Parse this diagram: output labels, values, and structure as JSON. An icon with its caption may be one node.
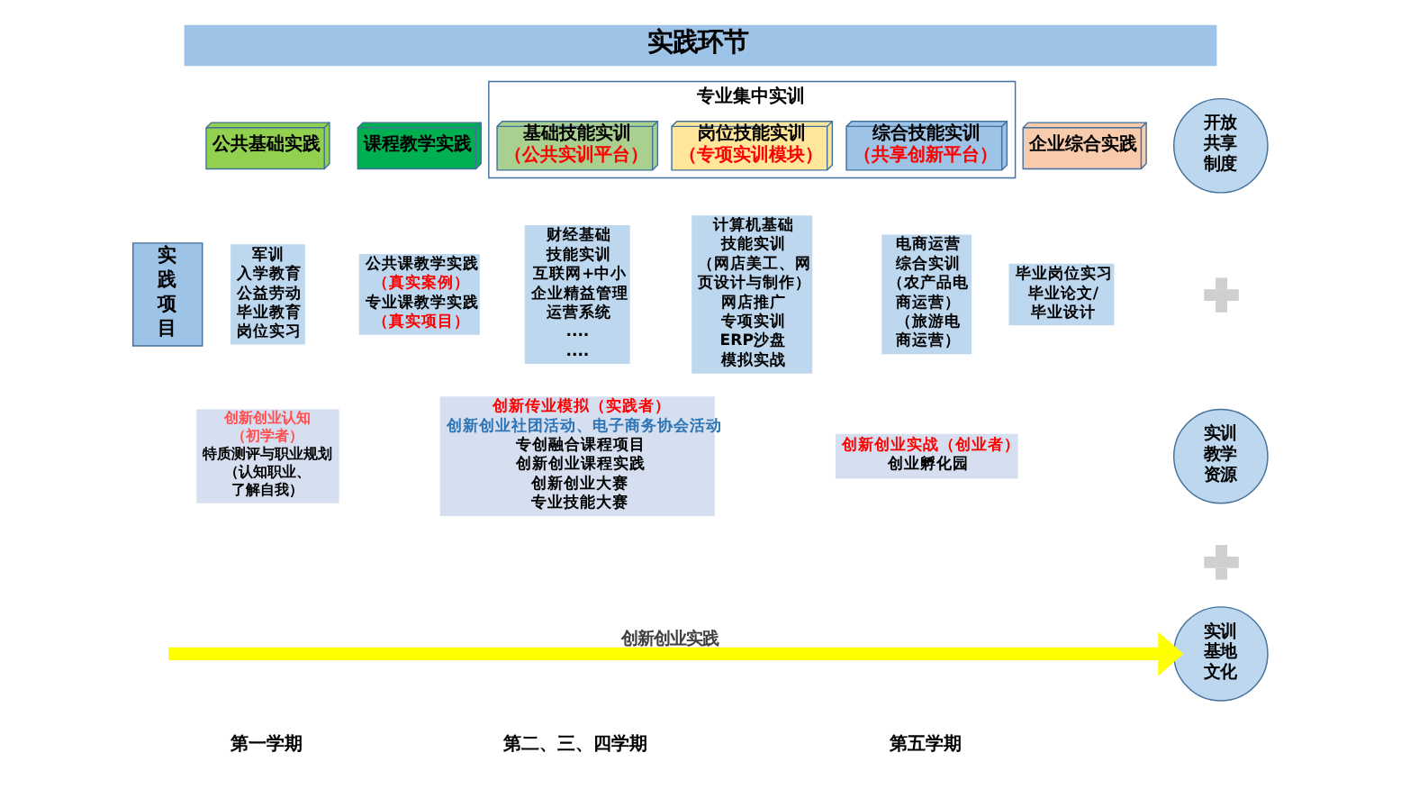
{
  "diagram": {
    "title": "实践环节",
    "nodes": [
      {
        "text": [
          "公共基础实践"
        ]
      },
      {
        "text": [
          "课程教学实践"
        ]
      },
      {
        "text": [
          "专业集中实训"
        ]
      },
      {
        "text": [
          "基础技能实训",
          "（公共实训平台）"
        ],
        "in": 2
      },
      {
        "text": [
          "岗位技能实训",
          "（专项实训模块）"
        ],
        "in": 2
      },
      {
        "text": [
          "综合技能实训",
          "（共享创新平台）"
        ],
        "in": 2
      },
      {
        "text": [
          "企业综合实践"
        ]
      },
      {
        "text": [
          "实践项目"
        ]
      },
      {
        "text": [
          "军训",
          "入学教育",
          "公益劳动",
          "毕业教育",
          "岗位实习"
        ]
      },
      {
        "text": [
          "公共课教学实践",
          "（真实案例）",
          "专业课教学实践",
          "（真实项目）"
        ]
      },
      {
        "text": [
          "财经基础技能实训",
          "互联网+中小企业精益管理运营系统",
          "........"
        ]
      },
      {
        "text": [
          "计算机基础技能实训",
          "（网店美工、网页设计与制作）",
          "网店推广专项实训",
          "ERP沙盘模拟实战"
        ]
      },
      {
        "text": [
          "电商运营综合实训",
          "（农产品电商运营）",
          "（旅游电商运营）"
        ]
      },
      {
        "text": [
          "毕业岗位实习",
          "毕业论文/毕业设计"
        ]
      },
      {
        "text": [
          "创新创业认知（初学者）",
          "特质测评与职业规划",
          "（认知职业、了解自我）"
        ]
      },
      {
        "text": [
          "创新传业模拟（实践者）",
          "创新创业社团活动、电子商务协会活动",
          "专创融合课程项目",
          "创新创业课程实践",
          "创新创业大赛",
          "专业技能大赛"
        ]
      },
      {
        "text": [
          "创新创业实战（创业者）",
          "创业孵化园"
        ]
      },
      {
        "text": [
          "开放共享制度"
        ]
      },
      {
        "text": [],
        "shape": "plus"
      },
      {
        "text": [
          "实训教学资源"
        ]
      },
      {
        "text": [],
        "shape": "plus"
      },
      {
        "text": [
          "实训基地文化"
        ]
      }
    ],
    "edges": [
      {
        "from": null,
        "to": 21,
        "arrow": "to",
        "label": "创新创业实践",
        "color": "#ffff00"
      }
    ],
    "labels": [
      "第一学期",
      "第二、三、四学期",
      "第五学期"
    ]
  }
}
